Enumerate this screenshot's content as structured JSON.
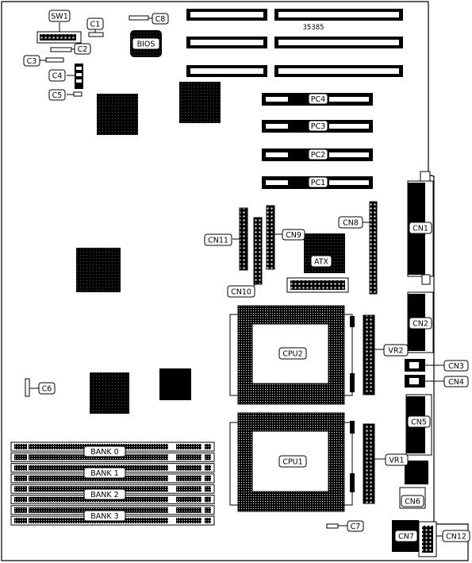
{
  "part_number": "35385",
  "labels": {
    "sw1": "SW1",
    "c1": "C1",
    "c2": "C2",
    "c3": "C3",
    "c4": "C4",
    "c5": "C5",
    "c6": "C6",
    "c7": "C7",
    "c8": "C8",
    "bios": "BIOS",
    "pc4": "PC4",
    "pc3": "PC3",
    "pc2": "PC2",
    "pc1": "PC1",
    "cn1": "CN1",
    "cn2": "CN2",
    "cn3": "CN3",
    "cn4": "CN4",
    "cn5": "CN5",
    "cn6": "CN6",
    "cn7": "CN7",
    "cn8": "CN8",
    "cn9": "CN9",
    "cn10": "CN10",
    "cn11": "CN11",
    "cn12": "CN12",
    "atx": "ATX",
    "cpu1": "CPU1",
    "cpu2": "CPU2",
    "vr1": "VR1",
    "vr2": "VR2",
    "bank0": "BANK 0",
    "bank1": "BANK 1",
    "bank2": "BANK 2",
    "bank3": "BANK 3"
  }
}
